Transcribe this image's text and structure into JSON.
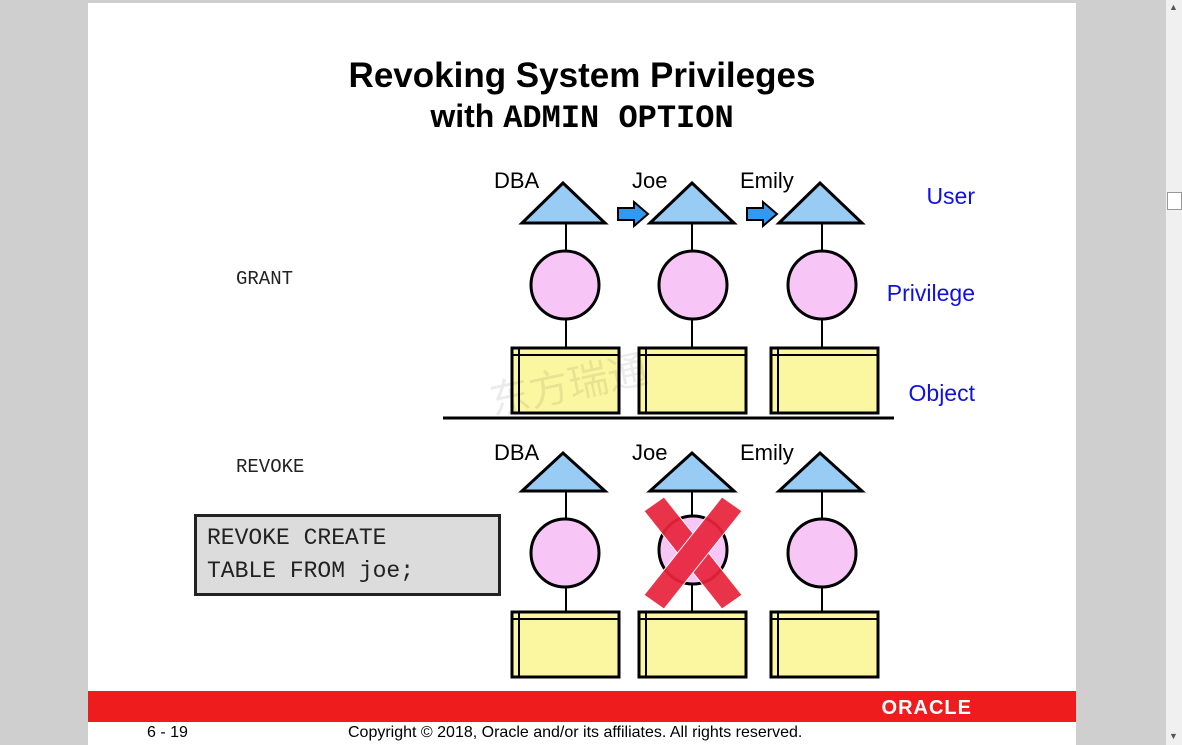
{
  "slide": {
    "title_line1": "Revoking System Privileges",
    "title_line2_prefix": "with ",
    "title_line2_code": "ADMIN OPTION",
    "grant_label": "GRANT",
    "revoke_label": "REVOKE",
    "legend": {
      "user": "User",
      "privilege": "Privilege",
      "object": "Object"
    },
    "users_top": [
      "DBA",
      "Joe",
      "Emily"
    ],
    "users_bottom": [
      "DBA",
      "Joe",
      "Emily"
    ],
    "command": "REVOKE CREATE\nTABLE FROM joe;",
    "watermark": "东方瑞通",
    "oracle_logo": "ORACLE",
    "page_number": "6 - 19",
    "copyright": "Copyright © 2018, Oracle and/or its affiliates. All rights reserved."
  },
  "colors": {
    "triangle": "#99ccf5",
    "circle": "#f7c6f7",
    "box": "#fbf7a0",
    "arrow": "#3399ee",
    "cross": "#e8243c",
    "banner": "#ee1c1c",
    "legend_text": "#1010e0"
  }
}
